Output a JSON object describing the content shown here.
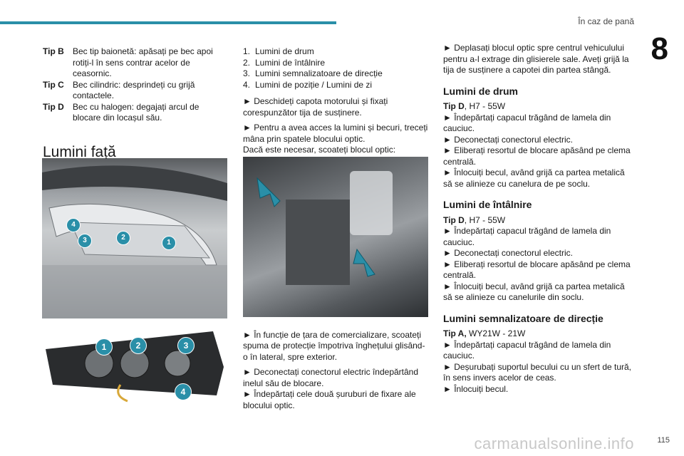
{
  "header": {
    "title": "În caz de pană",
    "chapter": "8",
    "page": "115"
  },
  "watermark": "carmanualsonline.info",
  "col1": {
    "tips": [
      {
        "key": "Tip B",
        "text": "Bec tip baionetă: apăsați pe bec apoi rotiți-l în sens contrar acelor de ceasornic."
      },
      {
        "key": "Tip C",
        "text": "Bec cilindric: desprindeți cu grijă contactele."
      },
      {
        "key": "Tip D",
        "text": "Bec cu halogen: degajați arcul de blocare din locașul său."
      }
    ],
    "section_title": "Lumini față"
  },
  "figure_labels": {
    "headlight": [
      "4",
      "3",
      "2",
      "1"
    ],
    "lamp": [
      "1",
      "2",
      "3",
      "4"
    ]
  },
  "col2": {
    "list": [
      {
        "n": "1.",
        "text": "Lumini de drum"
      },
      {
        "n": "2.",
        "text": "Lumini de întâlnire"
      },
      {
        "n": "3.",
        "text": "Lumini semnalizatoare de direcție"
      },
      {
        "n": "4.",
        "text": "Lumini de poziție / Lumini de zi"
      }
    ],
    "p1": "► Deschideți capota motorului și fixați corespunzător tija de susținere.",
    "p2": "► Pentru a avea acces la lumini și becuri, treceți mâna prin spatele blocului optic.",
    "p3": "Dacă este necesar, scoateți blocul optic:",
    "p4": "► În funcție de țara de comercializare, scoateți spuma de protecție împotriva înghețului glisând-o în lateral, spre exterior.",
    "p5": "► Deconectați conectorul electric îndepărtând inelul său de blocare.",
    "p6": "► Îndepărtați cele două șuruburi de fixare ale blocului optic."
  },
  "col3": {
    "intro": "► Deplasați blocul optic spre centrul vehiculului pentru a-l extrage din glisierele sale. Aveți grijă la tija de susținere a capotei din partea stângă.",
    "s1_title": "Lumini de drum",
    "s1_tip": "Tip D",
    "s1_spec": ", H7 - 55W",
    "s1_p1": "► Îndepărtați capacul trăgând de lamela din cauciuc.",
    "s1_p2": "► Deconectați conectorul electric.",
    "s1_p3": "► Eliberați resortul de blocare apăsând pe clema centrală.",
    "s1_p4": "► Înlocuiți becul, având grijă ca partea metalică să se alinieze cu canelura de pe soclu.",
    "s2_title": "Lumini de întâlnire",
    "s2_tip": "Tip D",
    "s2_spec": ", H7 - 55W",
    "s2_p1": "► Îndepărtați capacul trăgând de lamela din cauciuc.",
    "s2_p2": "► Deconectați conectorul electric.",
    "s2_p3": "► Eliberați resortul de blocare apăsând pe clema centrală.",
    "s2_p4": "► Înlocuiți becul, având grijă ca partea metalică să se alinieze cu canelurile din soclu.",
    "s3_title": "Lumini semnalizatoare de direcție",
    "s3_tip": "Tip A,",
    "s3_spec": " WY21W - 21W",
    "s3_p1": "► Îndepărtați capacul trăgând de lamela din cauciuc.",
    "s3_p2": "► Deșurubați suportul becului cu un sfert de tură, în sens invers acelor de ceas.",
    "s3_p3": "► Înlocuiți becul."
  }
}
